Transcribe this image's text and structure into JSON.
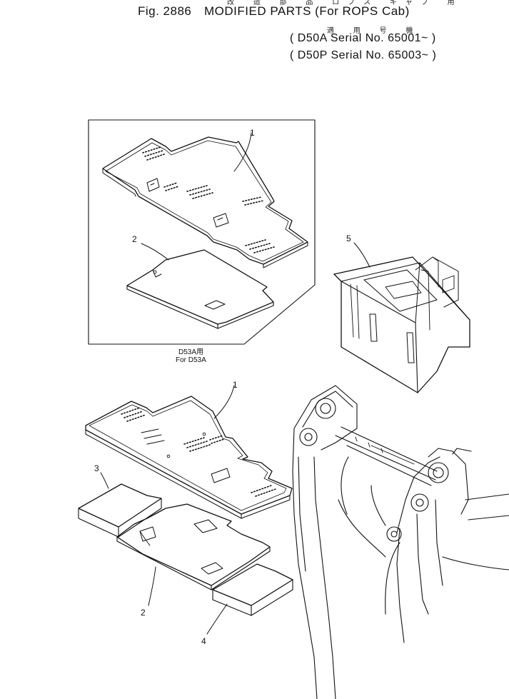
{
  "header": {
    "jp_title": "改 造 部 品 ロプス キャブ 用",
    "fig_label": "Fig. 2886",
    "title": "MODIFIED PARTS (For ROPS Cab)",
    "jp_applicable": "適 用 号 機",
    "serial_lines": [
      "D50A  Serial  No. 65001~",
      "D50P  Serial  No. 65003~"
    ]
  },
  "diagram": {
    "inset": {
      "jp_note": "D53A用",
      "label": "For D53A"
    },
    "callouts": [
      "1",
      "2",
      "5",
      "1",
      "3",
      "2",
      "4"
    ]
  }
}
